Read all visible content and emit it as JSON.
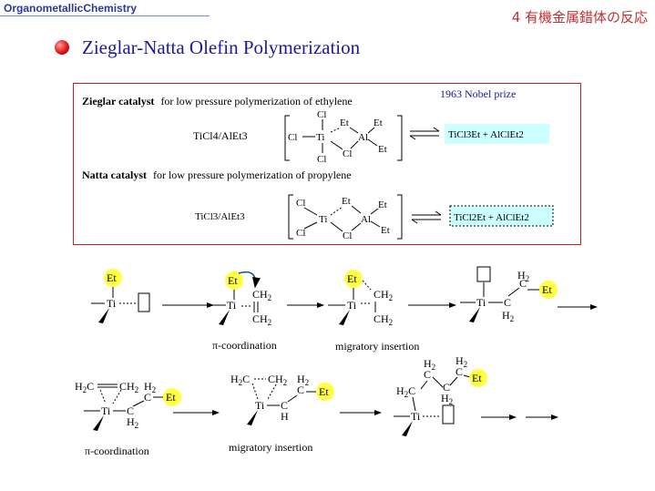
{
  "header": {
    "course": "OrganometallicChemistry",
    "chapter": "4 有機金属錯体の反応"
  },
  "title": "Zieglar-Natta Olefin Polymerization",
  "box": {
    "ziegler_label": "Zieglar catalyst",
    "ziegler_desc": "for low pressure polymerization of ethylene",
    "nobel": "1963 Nobel prize",
    "natta_label": "Natta catalyst",
    "natta_desc": "for low pressure polymerization of propylene",
    "ziegler_reagent": "TiCl4/AlEt3",
    "ziegler_product": "TiCl3Et + AlClEt2",
    "natta_reagent": "TiCl3/AlEt3",
    "natta_product": "TiCl2Et + AlClEt2"
  },
  "mechanism": {
    "pi_coordination": "π-coordination",
    "migratory_insertion": "migratory insertion"
  },
  "colors": {
    "title": "#1a1aa0",
    "box_border": "#c02020",
    "highlight_et": "#ffff44",
    "highlight_product": "#ccffff",
    "arrow": "#1a4aa0"
  }
}
